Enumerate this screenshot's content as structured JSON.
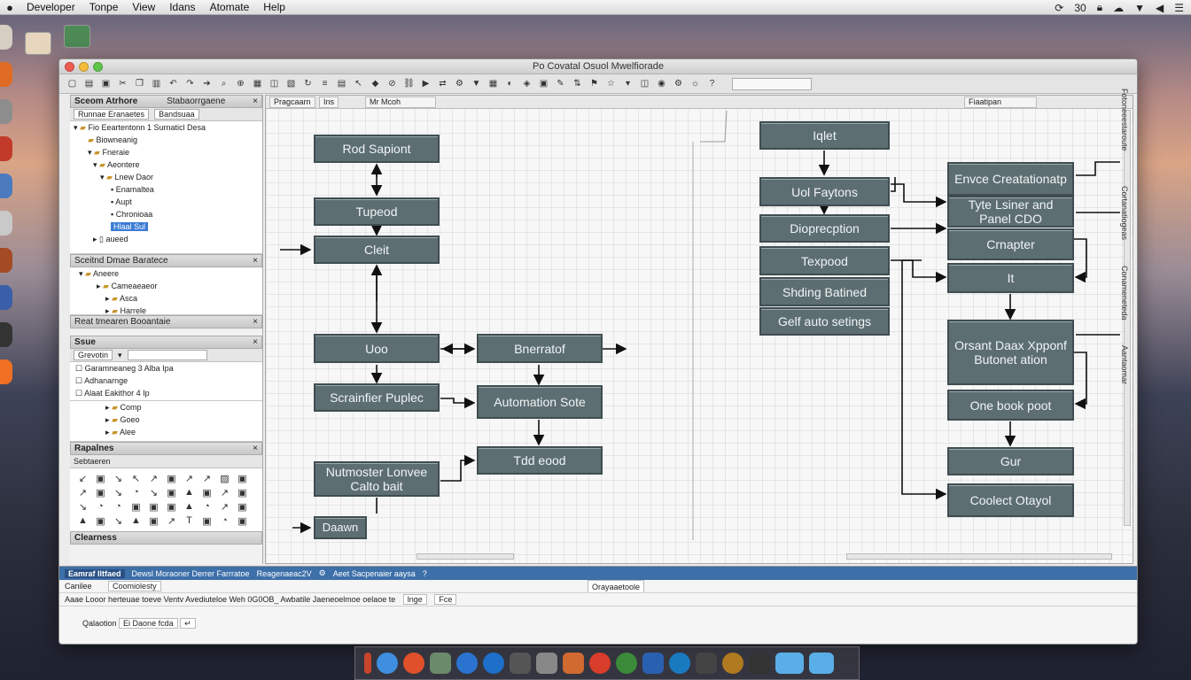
{
  "menubar": {
    "items": [
      "Developer",
      "Tonpe",
      "View",
      "Idans",
      "Atomate",
      "Help"
    ],
    "tray": [
      "30"
    ]
  },
  "window": {
    "title": "Po Covatal Osuol Mwelfiorade"
  },
  "left_panel": {
    "header": "Sceom Atrhore",
    "subheader": "Stabaorrgaene",
    "search_value": "Runnae Eranaetes",
    "search_button": "Bandsuaa",
    "tree_top": [
      "Fio Eeartentonn 1 Surnaticl Desa",
      "Biowneanig",
      "Fneraie",
      "Aeontere",
      "Lnew Daor",
      "Enamaltea",
      "Aupt",
      "Chronioaa",
      "Hlaal Sul",
      "aueed"
    ],
    "section2_head": "Sceitnd Dmae Baratece",
    "tree_mid": [
      "Aneere",
      "Cameaeaeor",
      "Asca",
      "Harrele"
    ],
    "section3_head": "Reat tmearen Booantaie",
    "panel2_head": "Ssue",
    "panel2_select": "Grevotin",
    "panel2_rows": [
      "Garamneaneg 3 Alba Ipa",
      "Adhanarnge",
      "Alaat Eakithor 4 Ip"
    ],
    "panel2_tree": [
      "Comp",
      "Goeo",
      "Alee"
    ],
    "palette_head": "Rapalnes",
    "palette_sub": "Sebtaeren",
    "palette_footer": "Clearness",
    "palette_icons": [
      "↙",
      "▣",
      "↘",
      "↖",
      "↗",
      "▣",
      "↗",
      "↗",
      "▨",
      "▣",
      "↗",
      "▣",
      "↘",
      "◔",
      "↘",
      "▣",
      "▲",
      "▣",
      "↗",
      "▣",
      "↘",
      "◔",
      "◔",
      "▣",
      "▣",
      "▣",
      "▲",
      "◔",
      "↗",
      "▣",
      "▲",
      "▣",
      "↘",
      "▲",
      "▣",
      "↗",
      "T",
      "▣",
      "◔",
      "▣"
    ]
  },
  "canvas": {
    "tabs": [
      "Pragcaarn",
      "Ins",
      "Mr Mcoh"
    ],
    "right_tab": "Fiaatipan",
    "nodes_left": [
      "Rod Sapiont",
      "Tupeod",
      "Cleit",
      "Uoo",
      "Bnerratof",
      "Scrainfier Puplec",
      "Automation Sote",
      "Nutmoster Lonvee Calto bait",
      "Tdd eood",
      "Daawn"
    ],
    "nodes_right": [
      "Iqlet",
      "Uol Faytons",
      "Dioprecption",
      "Texpood",
      "Shding Batined",
      "Gelf auto setings",
      "Envce Creatationatp",
      "Tyte Lsiner and Panel CDO",
      "Crnapter",
      "It",
      "Orsant Daax Xpponf Butonet ation",
      "One book poot",
      "Gur",
      "Coolect Otayol"
    ]
  },
  "right_rail": [
    "Fotoneeestaroute",
    "Cortanatiogeas",
    "Conameneteda",
    "Aantaomar"
  ],
  "bottom": {
    "tabs": [
      "Eamraf Iltfaed",
      "Dewsl Moraoner Derrer Farrratoe",
      "Reagenaeac2V",
      "Aeet Sacpenaier aaysa"
    ],
    "row1_left": "Canilee",
    "row1_mid": "Coomiolesty",
    "row1_right": "Orayaaetoole",
    "row2": "Aaae  Looor herteuae  toeve Ventv  Avediuteloe Weh  0G0OB_ Awbatile  Jaeneoelmoe oelaoe te",
    "row2_field": "lnge",
    "row2_btn": "Fce",
    "row3_left": "Qalaotion",
    "row3_field": "Ei Daone fcda"
  },
  "colors": {
    "node_fill": "#5d6e73",
    "node_border": "#3f4d51",
    "accent": "#3d6fa8"
  }
}
